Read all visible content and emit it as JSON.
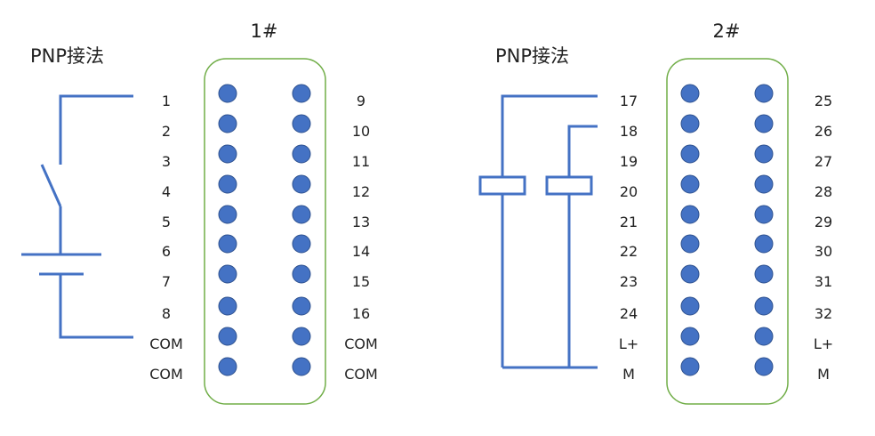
{
  "colors": {
    "wire": "#4472c4",
    "pin_fill": "#4472c4",
    "pin_stroke": "#2f528f",
    "connector_border": "#70ad47",
    "text": "#222222"
  },
  "connectors": [
    {
      "title": "1#",
      "wiring_label": "PNP接法",
      "left_labels": [
        "1",
        "2",
        "3",
        "4",
        "5",
        "6",
        "7",
        "8",
        "COM",
        "COM"
      ],
      "right_labels": [
        "9",
        "10",
        "11",
        "12",
        "13",
        "14",
        "15",
        "16",
        "COM",
        "COM"
      ]
    },
    {
      "title": "2#",
      "wiring_label": "PNP接法",
      "left_labels": [
        "17",
        "18",
        "19",
        "20",
        "21",
        "22",
        "23",
        "24",
        "L+",
        "M"
      ],
      "right_labels": [
        "25",
        "26",
        "27",
        "28",
        "29",
        "30",
        "31",
        "32",
        "L+",
        "M"
      ]
    }
  ],
  "symbols": {
    "left": [
      "switch-icon",
      "battery-icon"
    ],
    "right": [
      "sensor-icon",
      "sensor-icon"
    ]
  }
}
